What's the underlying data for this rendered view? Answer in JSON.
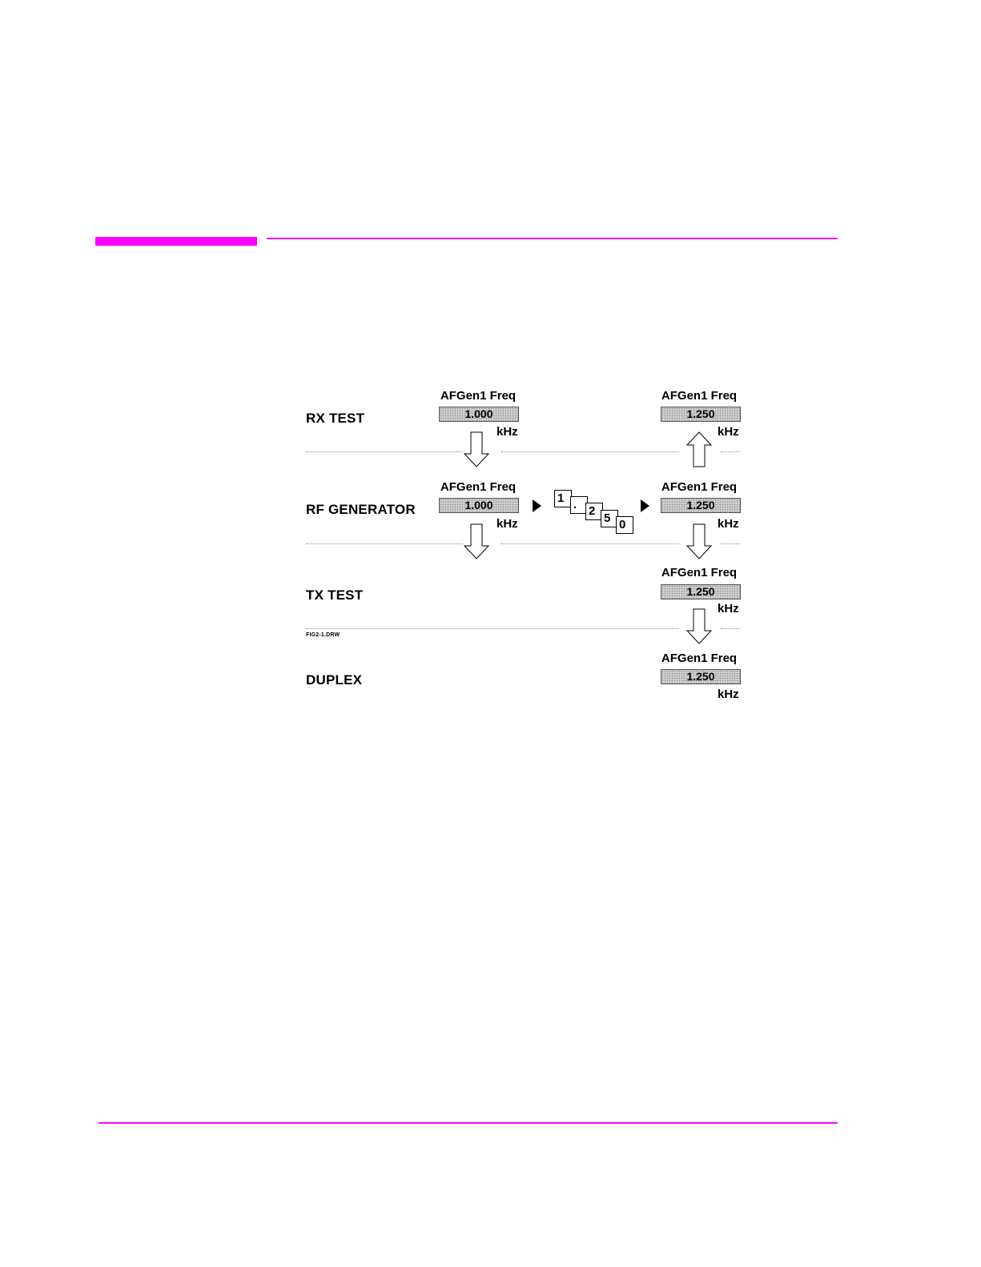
{
  "rows": {
    "rx_test": "RX TEST",
    "rf_generator": "RF GENERATOR",
    "tx_test": "TX TEST",
    "duplex": "DUPLEX"
  },
  "field": {
    "title": "AFGen1 Freq",
    "unit": "kHz"
  },
  "values": {
    "rx_before": "1.000",
    "rx_after": "1.250",
    "rf_before": "1.000",
    "rf_after": "1.250",
    "tx_after": "1.250",
    "duplex_after": "1.250"
  },
  "keypad_entry": [
    "1",
    ".",
    "2",
    "5",
    "0"
  ],
  "figure_id": "FIG2-1.DRW",
  "colors": {
    "accent_rule": "#ff00ff",
    "field_fill": "#cfcfcf",
    "divider": "#8a8a8a"
  }
}
